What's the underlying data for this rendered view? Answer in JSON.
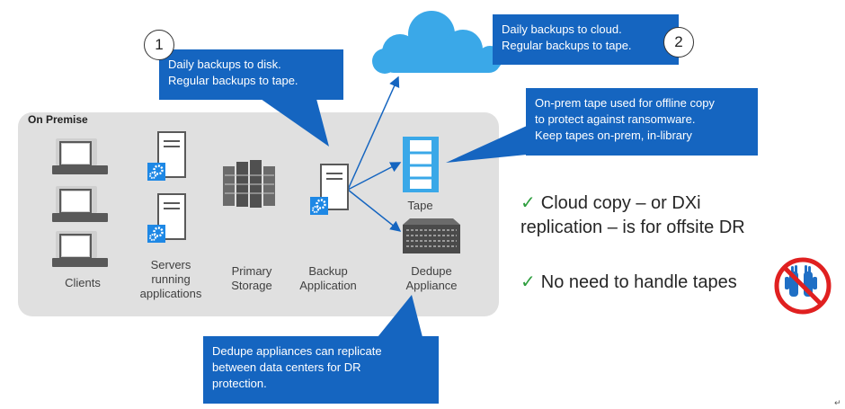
{
  "premise": {
    "label": "On Premise"
  },
  "nodes": {
    "clients": "Clients",
    "servers": [
      "Servers",
      "running",
      "applications"
    ],
    "storage": [
      "Primary",
      "Storage"
    ],
    "backup": [
      "Backup",
      "Application"
    ],
    "tape": "Tape",
    "dedupe": [
      "Dedupe",
      "Appliance"
    ]
  },
  "callouts": {
    "disk": {
      "number": "1",
      "lines": [
        "Daily backups to disk.",
        "Regular backups to tape."
      ]
    },
    "cloud": {
      "number": "2",
      "lines": [
        "Daily backups to cloud.",
        "Regular backups to tape."
      ]
    },
    "tape": {
      "lines": [
        "On-prem tape used for offline copy",
        "to protect against ransomware.",
        "Keep tapes on-prem, in-library"
      ]
    },
    "dedupe": {
      "lines": [
        "Dedupe appliances can replicate",
        "between data centers for DR",
        "protection."
      ]
    }
  },
  "bullets": {
    "check_glyph": "✓",
    "cloud_copy": [
      "Cloud copy – or DXi",
      "replication – is for offsite DR"
    ],
    "no_tapes": "No need to handle tapes"
  },
  "icons": {
    "cloud": "cloud-icon",
    "laptop": "laptop-icon",
    "server": "server-with-gears-icon",
    "storage": "storage-array-icon",
    "tape": "tape-library-icon",
    "dedupe": "dedupe-appliance-icon",
    "no_hands": "no-hands-icon"
  },
  "colors": {
    "callout": "#1565c0",
    "cloud": "#3aa8e8",
    "premise_bg": "#e0e0e0",
    "check": "#2e9e3e",
    "forbid": "#e02020",
    "gloves": "#1f6fc5"
  },
  "misc": {
    "return_mark": "↵"
  }
}
